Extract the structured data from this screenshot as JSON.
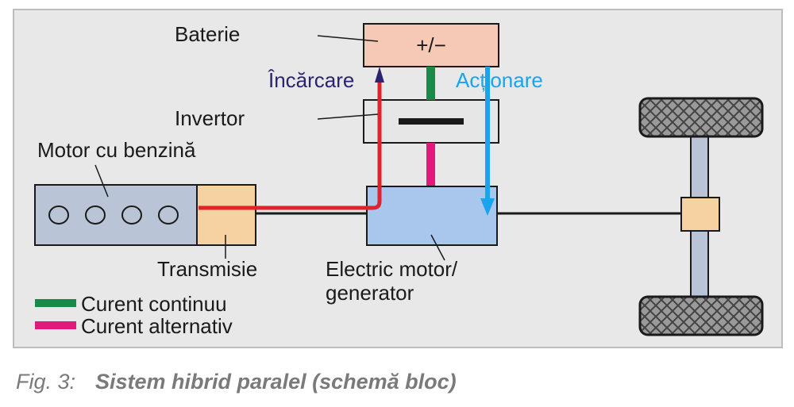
{
  "labels": {
    "battery": "Baterie",
    "battery_symbol": "+/−",
    "inverter": "Invertor",
    "gas_engine": "Motor cu benzină",
    "transmission": "Transmisie",
    "electric_motor_line1": "Electric motor/",
    "electric_motor_line2": "generator",
    "charging": "Încărcare",
    "actuation": "Acționare"
  },
  "legend": [
    {
      "label": "Curent continuu",
      "color": "#1a8a4a"
    },
    {
      "label": "Curent alternativ",
      "color": "#e0197a"
    }
  ],
  "caption": {
    "prefix": "Fig. 3:",
    "title": "Sistem hibrid paralel (schemă bloc)"
  },
  "colors": {
    "background_panel": "#e8e8e8",
    "battery_fill": "#f5c9b5",
    "inverter_fill": "#e6e6e6",
    "engine_fill": "#b9c4d6",
    "transmission_fill": "#f6d2a3",
    "motor_fill": "#a9c6ec",
    "axle_fill": "#b9c4d6",
    "charging_arrow": "#e0232b",
    "charging_text": "#2a2470",
    "actuation_arrow": "#1aa3ee",
    "dc_line": "#1a8a4a",
    "ac_line": "#e0197a",
    "caption_color": "#7a7a7a"
  },
  "icons": [
    "cylinder-icon",
    "tire-icon",
    "arrow-up-icon",
    "arrow-down-icon"
  ]
}
